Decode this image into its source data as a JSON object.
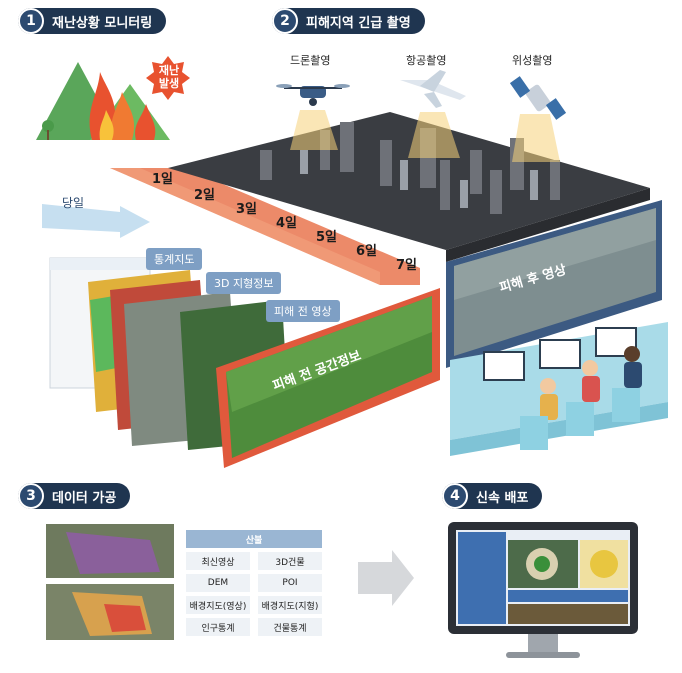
{
  "steps": [
    {
      "num": "1",
      "label": "재난상황 모니터링"
    },
    {
      "num": "2",
      "label": "피해지역 긴급 촬영"
    },
    {
      "num": "3",
      "label": "데이터 가공"
    },
    {
      "num": "4",
      "label": "신속 배포"
    }
  ],
  "disaster_badge": "재난\n발생",
  "capture_methods": [
    "드론촬영",
    "항공촬영",
    "위성촬영"
  ],
  "same_day": "당일",
  "days": [
    "1일",
    "2일",
    "3일",
    "4일",
    "5일",
    "6일",
    "7일"
  ],
  "layers": [
    "통계지도",
    "3D 지형정보",
    "피해 전 영상"
  ],
  "pre_damage_panel": "피해 전 공간정보",
  "post_damage_panel": "피해 후 영상",
  "products": {
    "header": "산불",
    "items": [
      "최신영상",
      "3D건물",
      "DEM",
      "POI",
      "배경지도(영상)",
      "배경지도(지형)",
      "인구통계",
      "건물통계"
    ]
  },
  "colors": {
    "step_badge": "#1f3550",
    "timeline": "#e9754f",
    "tag": "#7e9fc4",
    "pre_panel": "#e0593c",
    "post_panel": "#3c5a82"
  }
}
